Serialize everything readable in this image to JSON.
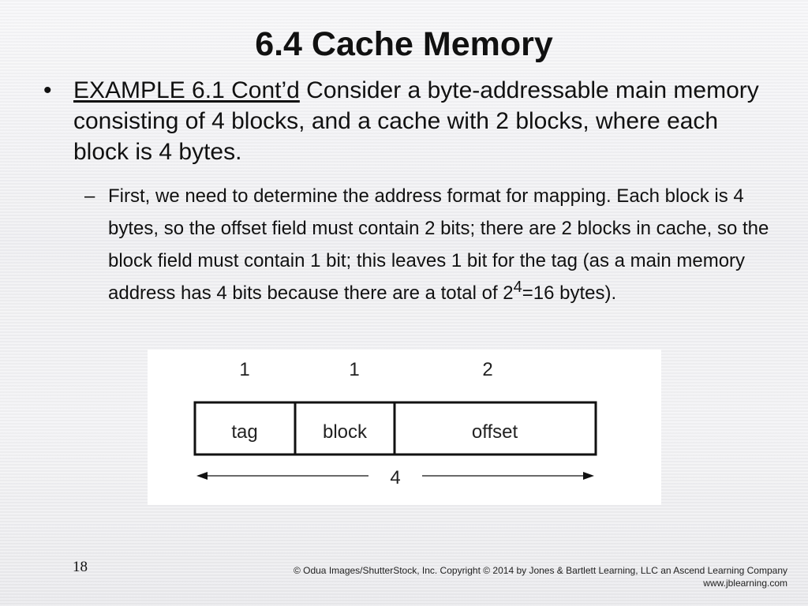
{
  "slide": {
    "title": "6.4 Cache Memory",
    "bullet_symbol": "•",
    "example_label": "EXAMPLE 6.1 Cont’d",
    "main_text": " Consider a byte-addressable main memory consisting of 4 blocks, and a cache with 2 blocks, where each block is 4 bytes.",
    "sub_dash": "–",
    "sub_text": "First, we need to determine the address format for mapping. Each block is 4 bytes, so the offset field must contain 2 bits; there are 2 blocks in cache, so the block field must contain 1 bit; this leaves 1 bit for the tag (as a main memory address has 4 bits because there are a total of 2",
    "sub_exponent": "4",
    "sub_text_end": "=16 bytes).",
    "page_number": "18"
  },
  "figure": {
    "fields": [
      {
        "name": "tag",
        "bits": "1"
      },
      {
        "name": "block",
        "bits": "1"
      },
      {
        "name": "offset",
        "bits": "2"
      }
    ],
    "total_bits": "4"
  },
  "footer": {
    "copyright_line1": "© Odua Images/ShutterStock, Inc. Copyright © 2014 by Jones & Bartlett Learning, LLC an Ascend Learning Company",
    "copyright_line2": "www.jblearning.com"
  }
}
